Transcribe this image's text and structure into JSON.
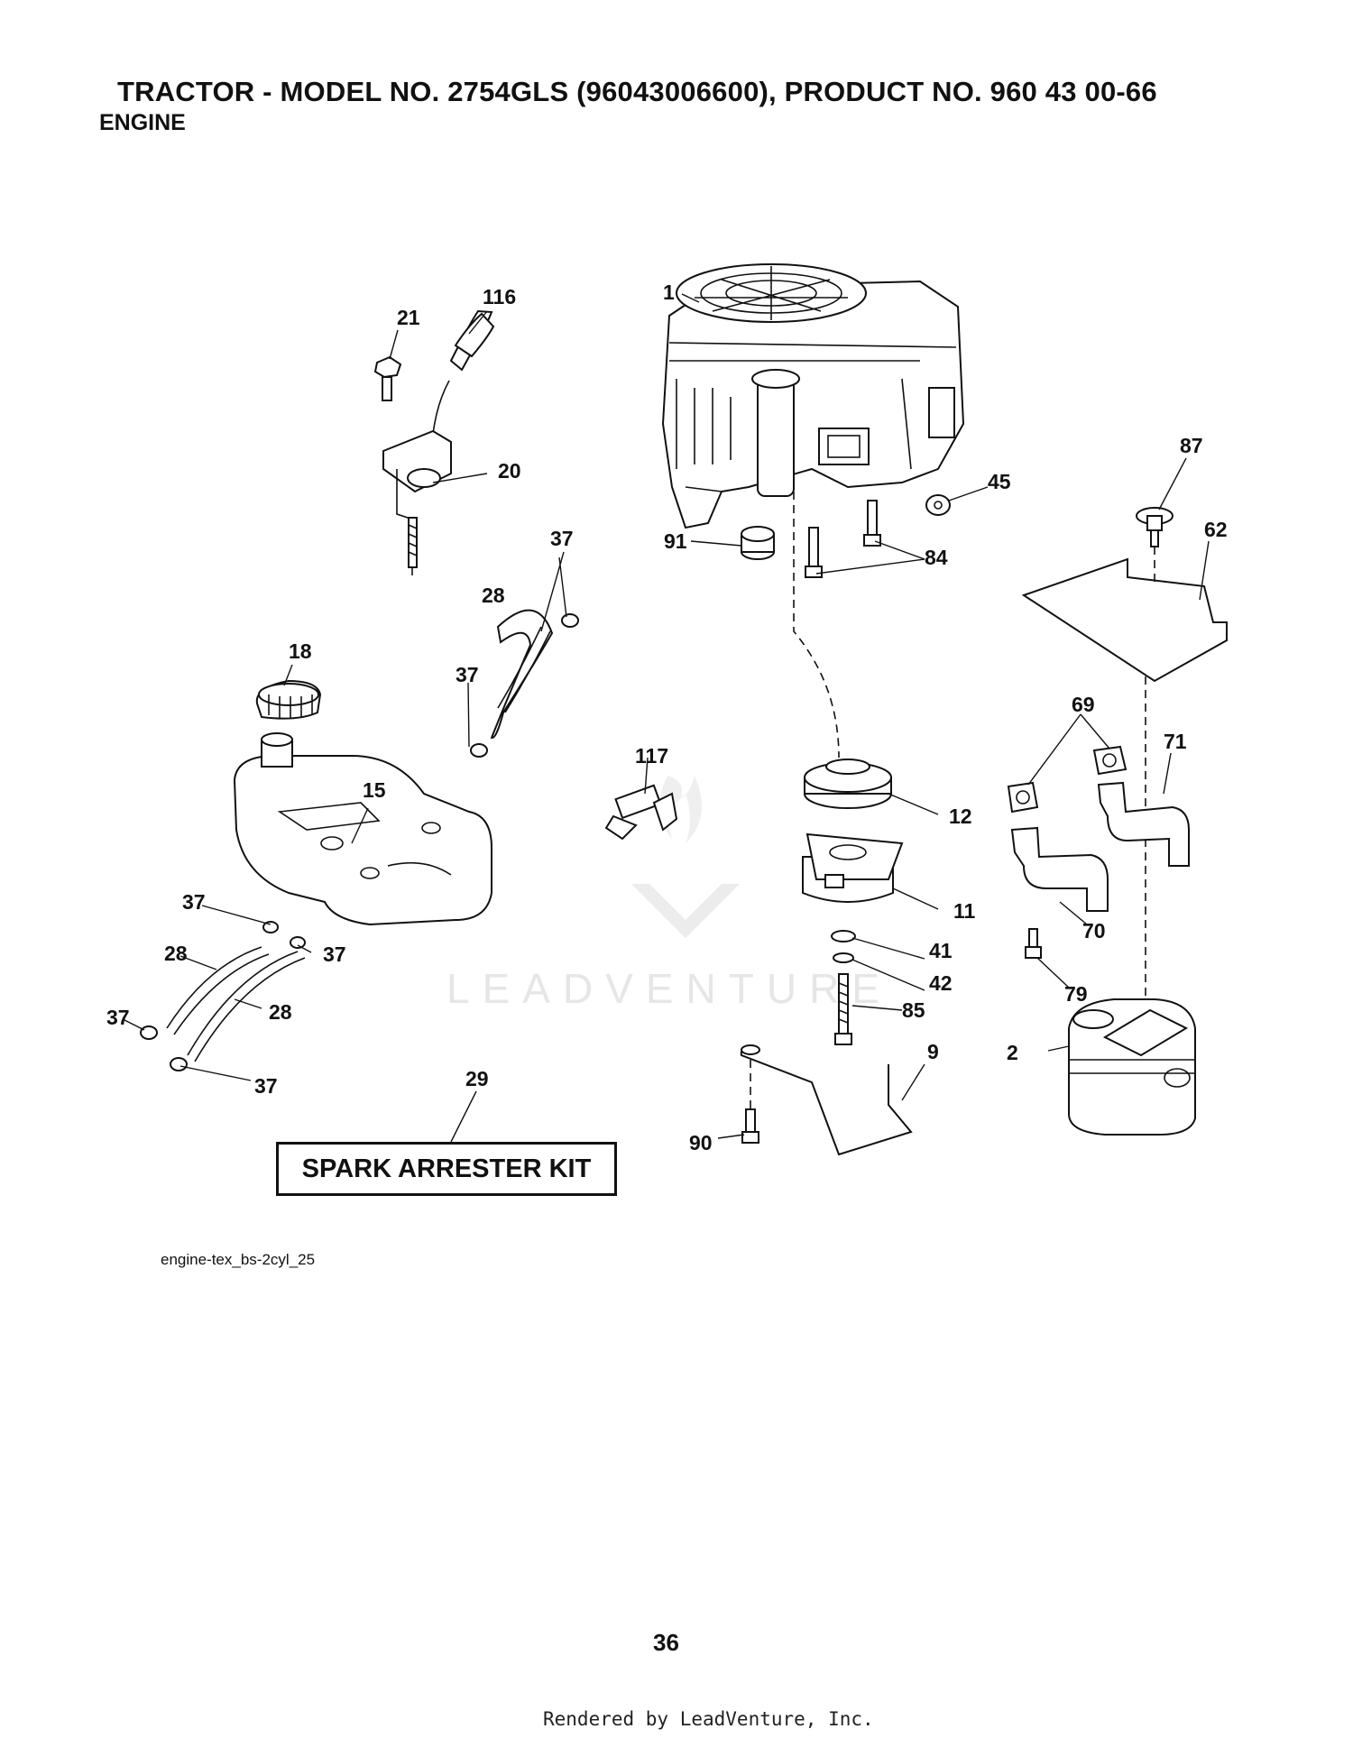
{
  "header": {
    "title": "TRACTOR - MODEL NO. 2754GLS (96043006600), PRODUCT NO. 960 43 00-66",
    "subtitle": "ENGINE"
  },
  "watermark": {
    "text": "LEADVENTURE"
  },
  "callouts": {
    "c1": "1",
    "c2": "2",
    "c9": "9",
    "c11": "11",
    "c12": "12",
    "c15": "15",
    "c18": "18",
    "c20": "20",
    "c21": "21",
    "c28a": "28",
    "c28b": "28",
    "c28c": "28",
    "c29": "29",
    "c37a": "37",
    "c37b": "37",
    "c37c": "37",
    "c37d": "37",
    "c37e": "37",
    "c37f": "37",
    "c41": "41",
    "c42": "42",
    "c45": "45",
    "c62": "62",
    "c69": "69",
    "c70": "70",
    "c71": "71",
    "c79": "79",
    "c84": "84",
    "c85": "85",
    "c87": "87",
    "c90": "90",
    "c91": "91",
    "c116": "116",
    "c117": "117"
  },
  "kit_label": "SPARK ARRESTER KIT",
  "diagram_ref": "engine-tex_bs-2cyl_25",
  "page_number": "36",
  "footer": "Rendered by LeadVenture, Inc."
}
